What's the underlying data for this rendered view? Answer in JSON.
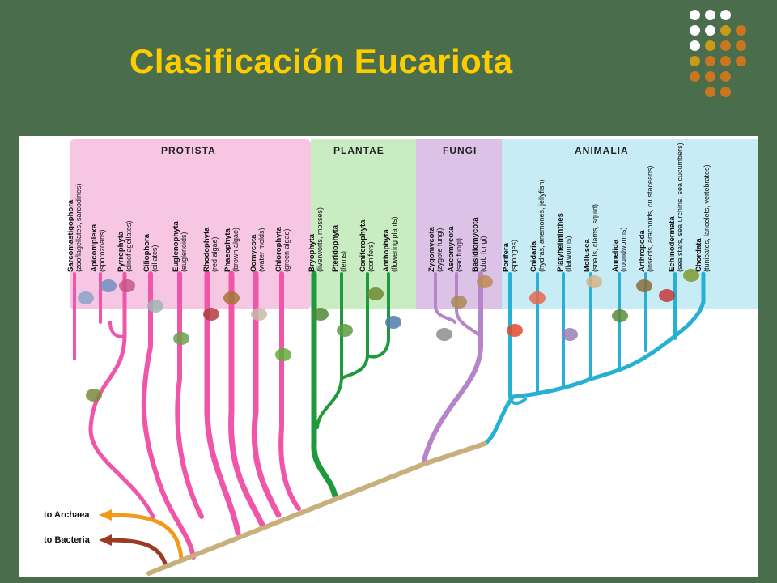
{
  "slide": {
    "title": "Clasificación Eucariota"
  },
  "decor": {
    "dot_colors": [
      "#ffffff",
      "#c89a1a",
      "#c9761f"
    ]
  },
  "diagram": {
    "groups": {
      "protista": "PROTISTA",
      "plantae": "PLANTAE",
      "fungi": "FUNGI",
      "animalia": "ANIMALIA"
    },
    "group_colors": {
      "protista": "#f7c6e3",
      "plantae": "#c9ecc3",
      "fungi": "#dcc2e6",
      "animalia": "#c8ecf6"
    },
    "branch_colors": {
      "protista": "#ef55a8",
      "plantae": "#1e9a3c",
      "fungi": "#b684c8",
      "animalia": "#27b0d4",
      "trunk": "#c8b07e",
      "archaea": "#f49a1b",
      "bacteria": "#9b3b25"
    },
    "phyla": [
      {
        "name": "Sarcomastigophora",
        "note": "(zooflagellates, sarcodines)"
      },
      {
        "name": "Apicomplexa",
        "note": "(sporozoans)"
      },
      {
        "name": "Pyrrophyta",
        "note": "(dinoflagellates)"
      },
      {
        "name": "Ciliophora",
        "note": "(ciliates)"
      },
      {
        "name": "Euglenophyta",
        "note": "(euglenoids)"
      },
      {
        "name": "Rhodophyta",
        "note": "(red algae)"
      },
      {
        "name": "Phaeophyta",
        "note": "(brown algae)"
      },
      {
        "name": "Oomycota",
        "note": "(water molds)"
      },
      {
        "name": "Chlorophyta",
        "note": "(green algae)"
      },
      {
        "name": "Bryophyta",
        "note": "(liverworts, mosses)"
      },
      {
        "name": "Pteridophyta",
        "note": "(ferns)"
      },
      {
        "name": "Coniferophyta",
        "note": "(conifers)"
      },
      {
        "name": "Anthophyta",
        "note": "(flowering plants)"
      },
      {
        "name": "Zygomycota",
        "note": "(zygote fungi)"
      },
      {
        "name": "Ascomycota",
        "note": "(sac fungi)"
      },
      {
        "name": "Basidiomycota",
        "note": "(club fungi)"
      },
      {
        "name": "Porifera",
        "note": "(sponges)"
      },
      {
        "name": "Cnidaria",
        "note": "(hydras, anemones, jellyfish)"
      },
      {
        "name": "Platyhelminthes",
        "note": "(flatworms)"
      },
      {
        "name": "Mollusca",
        "note": "(snails, clams, squid)"
      },
      {
        "name": "Annelida",
        "note": "(roundworms)"
      },
      {
        "name": "Arthropoda",
        "note": "(insects, arachnids, crustaceans)"
      },
      {
        "name": "Echinodermata",
        "note": "(sea stars, sea urchins, sea cucumbers)"
      },
      {
        "name": "Chordata",
        "note": "(tunicates, lancelets, vertebrates)"
      }
    ],
    "roots": {
      "archaea": "to Archaea",
      "bacteria": "to Bacteria"
    }
  }
}
